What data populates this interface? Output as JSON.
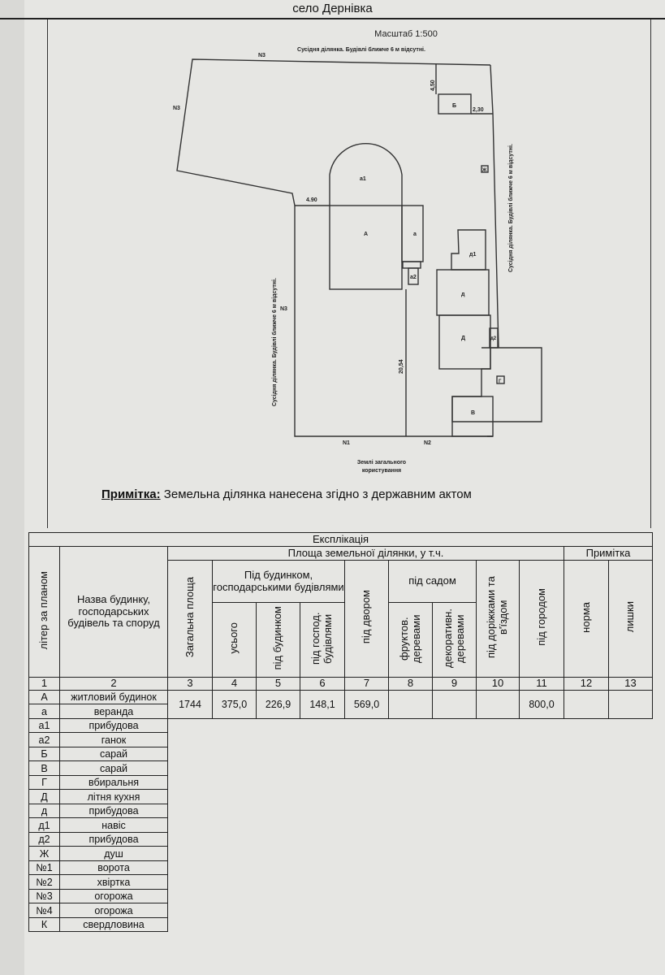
{
  "header": {
    "village": "село Дернівка"
  },
  "plan": {
    "scale": "Масштаб 1:500",
    "top_neighbor": "Сусідня ділянка. Будівлі ближче 6 м відсутні.",
    "left_neighbor": "Сусідня ділянка. Будівлі ближче 6 м відсутні.",
    "right_neighbor": "Сусідня ділянка. Будівлі ближче 6 м відсутні.",
    "bottom_label_1": "Землі загального",
    "bottom_label_2": "користування",
    "labels": {
      "n3_top": "N3",
      "n3_left_top": "N3",
      "n3_left": "N3",
      "n1": "N1",
      "n2": "N2",
      "a1": "а1",
      "A": "А",
      "a": "а",
      "a2": "а2",
      "B_shed": "Б",
      "d1": "д1",
      "d_small": "д",
      "D": "Д",
      "d2": "д2",
      "V": "В",
      "Zh": "Ж",
      "G": "Г"
    },
    "dimensions": {
      "d450": "4,50",
      "d230": "2,30",
      "d490": "4.90",
      "d2054": "20,54"
    }
  },
  "note": {
    "label": "Примітка:",
    "text": " Земельна ділянка нанесена згідно з державним актом"
  },
  "table": {
    "title": "Експлікація",
    "h_letter": "літер за планом",
    "h_name": "Назва будинку, господарських будівель та споруд",
    "h_area": "Площа земельної ділянки, у т.ч.",
    "h_remark": "Примітка",
    "h_total": "Загальна площа",
    "h_under_buildings": "Під будинком, господарськими будівлями",
    "h_all": "усього",
    "h_house": "під будинком",
    "h_outbuildings": "під господ. будівлями",
    "h_yard": "під двором",
    "h_garden": "під садом",
    "h_fruit": "фруктов. деревами",
    "h_decor": "декоративн. деревами",
    "h_paths": "під доріжками та в'їздом",
    "h_vegetable": "під городом",
    "h_norm": "норма",
    "h_excess": "лишки",
    "col_numbers": [
      "1",
      "2",
      "3",
      "4",
      "5",
      "6",
      "7",
      "8",
      "9",
      "10",
      "11",
      "12",
      "13"
    ],
    "values": {
      "total": "1744",
      "all": "375,0",
      "house": "226,9",
      "outbuildings": "148,1",
      "yard": "569,0",
      "fruit": "",
      "decor": "",
      "paths": "",
      "vegetable": "800,0",
      "norm": "",
      "excess": ""
    },
    "rows": [
      {
        "letter": "А",
        "name": "житловий будинок"
      },
      {
        "letter": "а",
        "name": "веранда"
      },
      {
        "letter": "а1",
        "name": "прибудова"
      },
      {
        "letter": "а2",
        "name": "ганок"
      },
      {
        "letter": "Б",
        "name": "сарай"
      },
      {
        "letter": "В",
        "name": "сарай"
      },
      {
        "letter": "Г",
        "name": "вбиральня"
      },
      {
        "letter": "Д",
        "name": "літня кухня"
      },
      {
        "letter": "д",
        "name": "прибудова"
      },
      {
        "letter": "д1",
        "name": "навіс"
      },
      {
        "letter": "д2",
        "name": "прибудова"
      },
      {
        "letter": "Ж",
        "name": "душ"
      },
      {
        "letter": "№1",
        "name": "ворота"
      },
      {
        "letter": "№2",
        "name": "хвіртка"
      },
      {
        "letter": "№3",
        "name": "огорожа"
      },
      {
        "letter": "№4",
        "name": "огорожа"
      },
      {
        "letter": "К",
        "name": "свердловина"
      }
    ]
  }
}
